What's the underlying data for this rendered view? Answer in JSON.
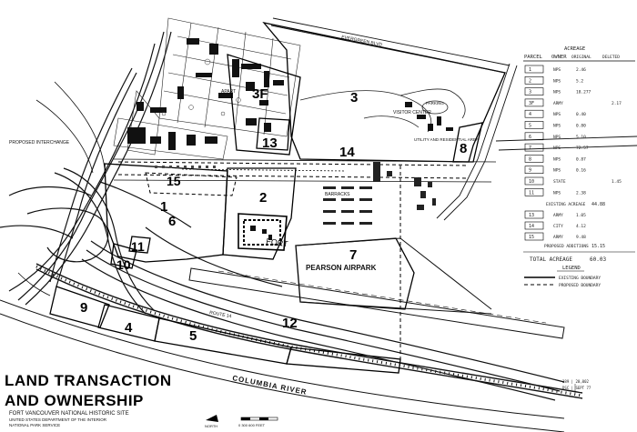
{
  "title": {
    "line1": "LAND TRANSACTION",
    "line2": "AND OWNERSHIP",
    "subtitle1": "FORT VANCOUVER NATIONAL HISTORIC SITE",
    "subtitle2": "UNITED STATES DEPARTMENT OF THE INTERIOR",
    "subtitle3": "NATIONAL PARK SERVICE"
  },
  "map_labels": {
    "fort": "FORT",
    "airpark": "PEARSON AIRPARK",
    "river": "COLUMBIA RIVER",
    "visitor_center": "VISITOR CENTER",
    "utility_area": "UTILITY AND RESIDENTIAL AREA",
    "proposed_interchange": "PROPOSED INTERCHANGE",
    "barracks": "BARRACKS",
    "evergreen_blvd": "EVERGREEN BLVD",
    "route_14": "ROUTE 14",
    "parking": "PARKING",
    "apart": "APART"
  },
  "parcels": [
    "1",
    "2",
    "3",
    "3F",
    "4",
    "5",
    "6",
    "7",
    "8",
    "9",
    "10",
    "11",
    "12",
    "13",
    "14",
    "15"
  ],
  "table": {
    "headers": {
      "parcel": "PARCEL",
      "owner": "OWNER",
      "acreage": "ACREAGE",
      "original": "ORIGINAL",
      "deleted": "DELETED"
    },
    "rows": [
      {
        "parcel": "1",
        "owner": "NPS",
        "original": "2.46",
        "deleted": ""
      },
      {
        "parcel": "2",
        "owner": "NPS",
        "original": "5.2",
        "deleted": ""
      },
      {
        "parcel": "3",
        "owner": "NPS",
        "original": "18.277",
        "deleted": ""
      },
      {
        "parcel": "3F",
        "owner": "ARMY",
        "original": "",
        "deleted": "2.17"
      },
      {
        "parcel": "4",
        "owner": "NPS",
        "original": "0.40",
        "deleted": ""
      },
      {
        "parcel": "5",
        "owner": "NPS",
        "original": "0.80",
        "deleted": ""
      },
      {
        "parcel": "6",
        "owner": "NPS",
        "original": "5.10",
        "deleted": ""
      },
      {
        "parcel": "7",
        "owner": "NPS",
        "original": "72.57",
        "deleted": ""
      },
      {
        "parcel": "8",
        "owner": "NPS",
        "original": "0.87",
        "deleted": ""
      },
      {
        "parcel": "9",
        "owner": "NPS",
        "original": "0.16",
        "deleted": ""
      },
      {
        "parcel": "10",
        "owner": "STATE",
        "original": "",
        "deleted": "1.45"
      },
      {
        "parcel": "11",
        "owner": "NPS",
        "original": "2.38",
        "deleted": ""
      }
    ],
    "existing_label": "EXISTING ACREAGE",
    "existing_value": "44.88",
    "proposed_rows": [
      {
        "parcel": "13",
        "owner": "ARMY",
        "original": "1.05"
      },
      {
        "parcel": "14",
        "owner": "CITY",
        "original": "4.12"
      },
      {
        "parcel": "15",
        "owner": "ARMY",
        "original": "9.48"
      }
    ],
    "proposed_label": "PROPOSED ADDITIONS",
    "proposed_value": "15.15",
    "total_label": "TOTAL ACREAGE",
    "total_value": "60.03"
  },
  "legend": {
    "title": "LEGEND",
    "existing": "EXISTING BOUNDARY",
    "proposed": "PROPOSED BOUNDARY"
  },
  "north_label": "NORTH",
  "scale_label": "0  300  600 FEET",
  "drawing_info": {
    "line1": "389 | 20,002",
    "line2": "DSC | SEPT 77"
  }
}
